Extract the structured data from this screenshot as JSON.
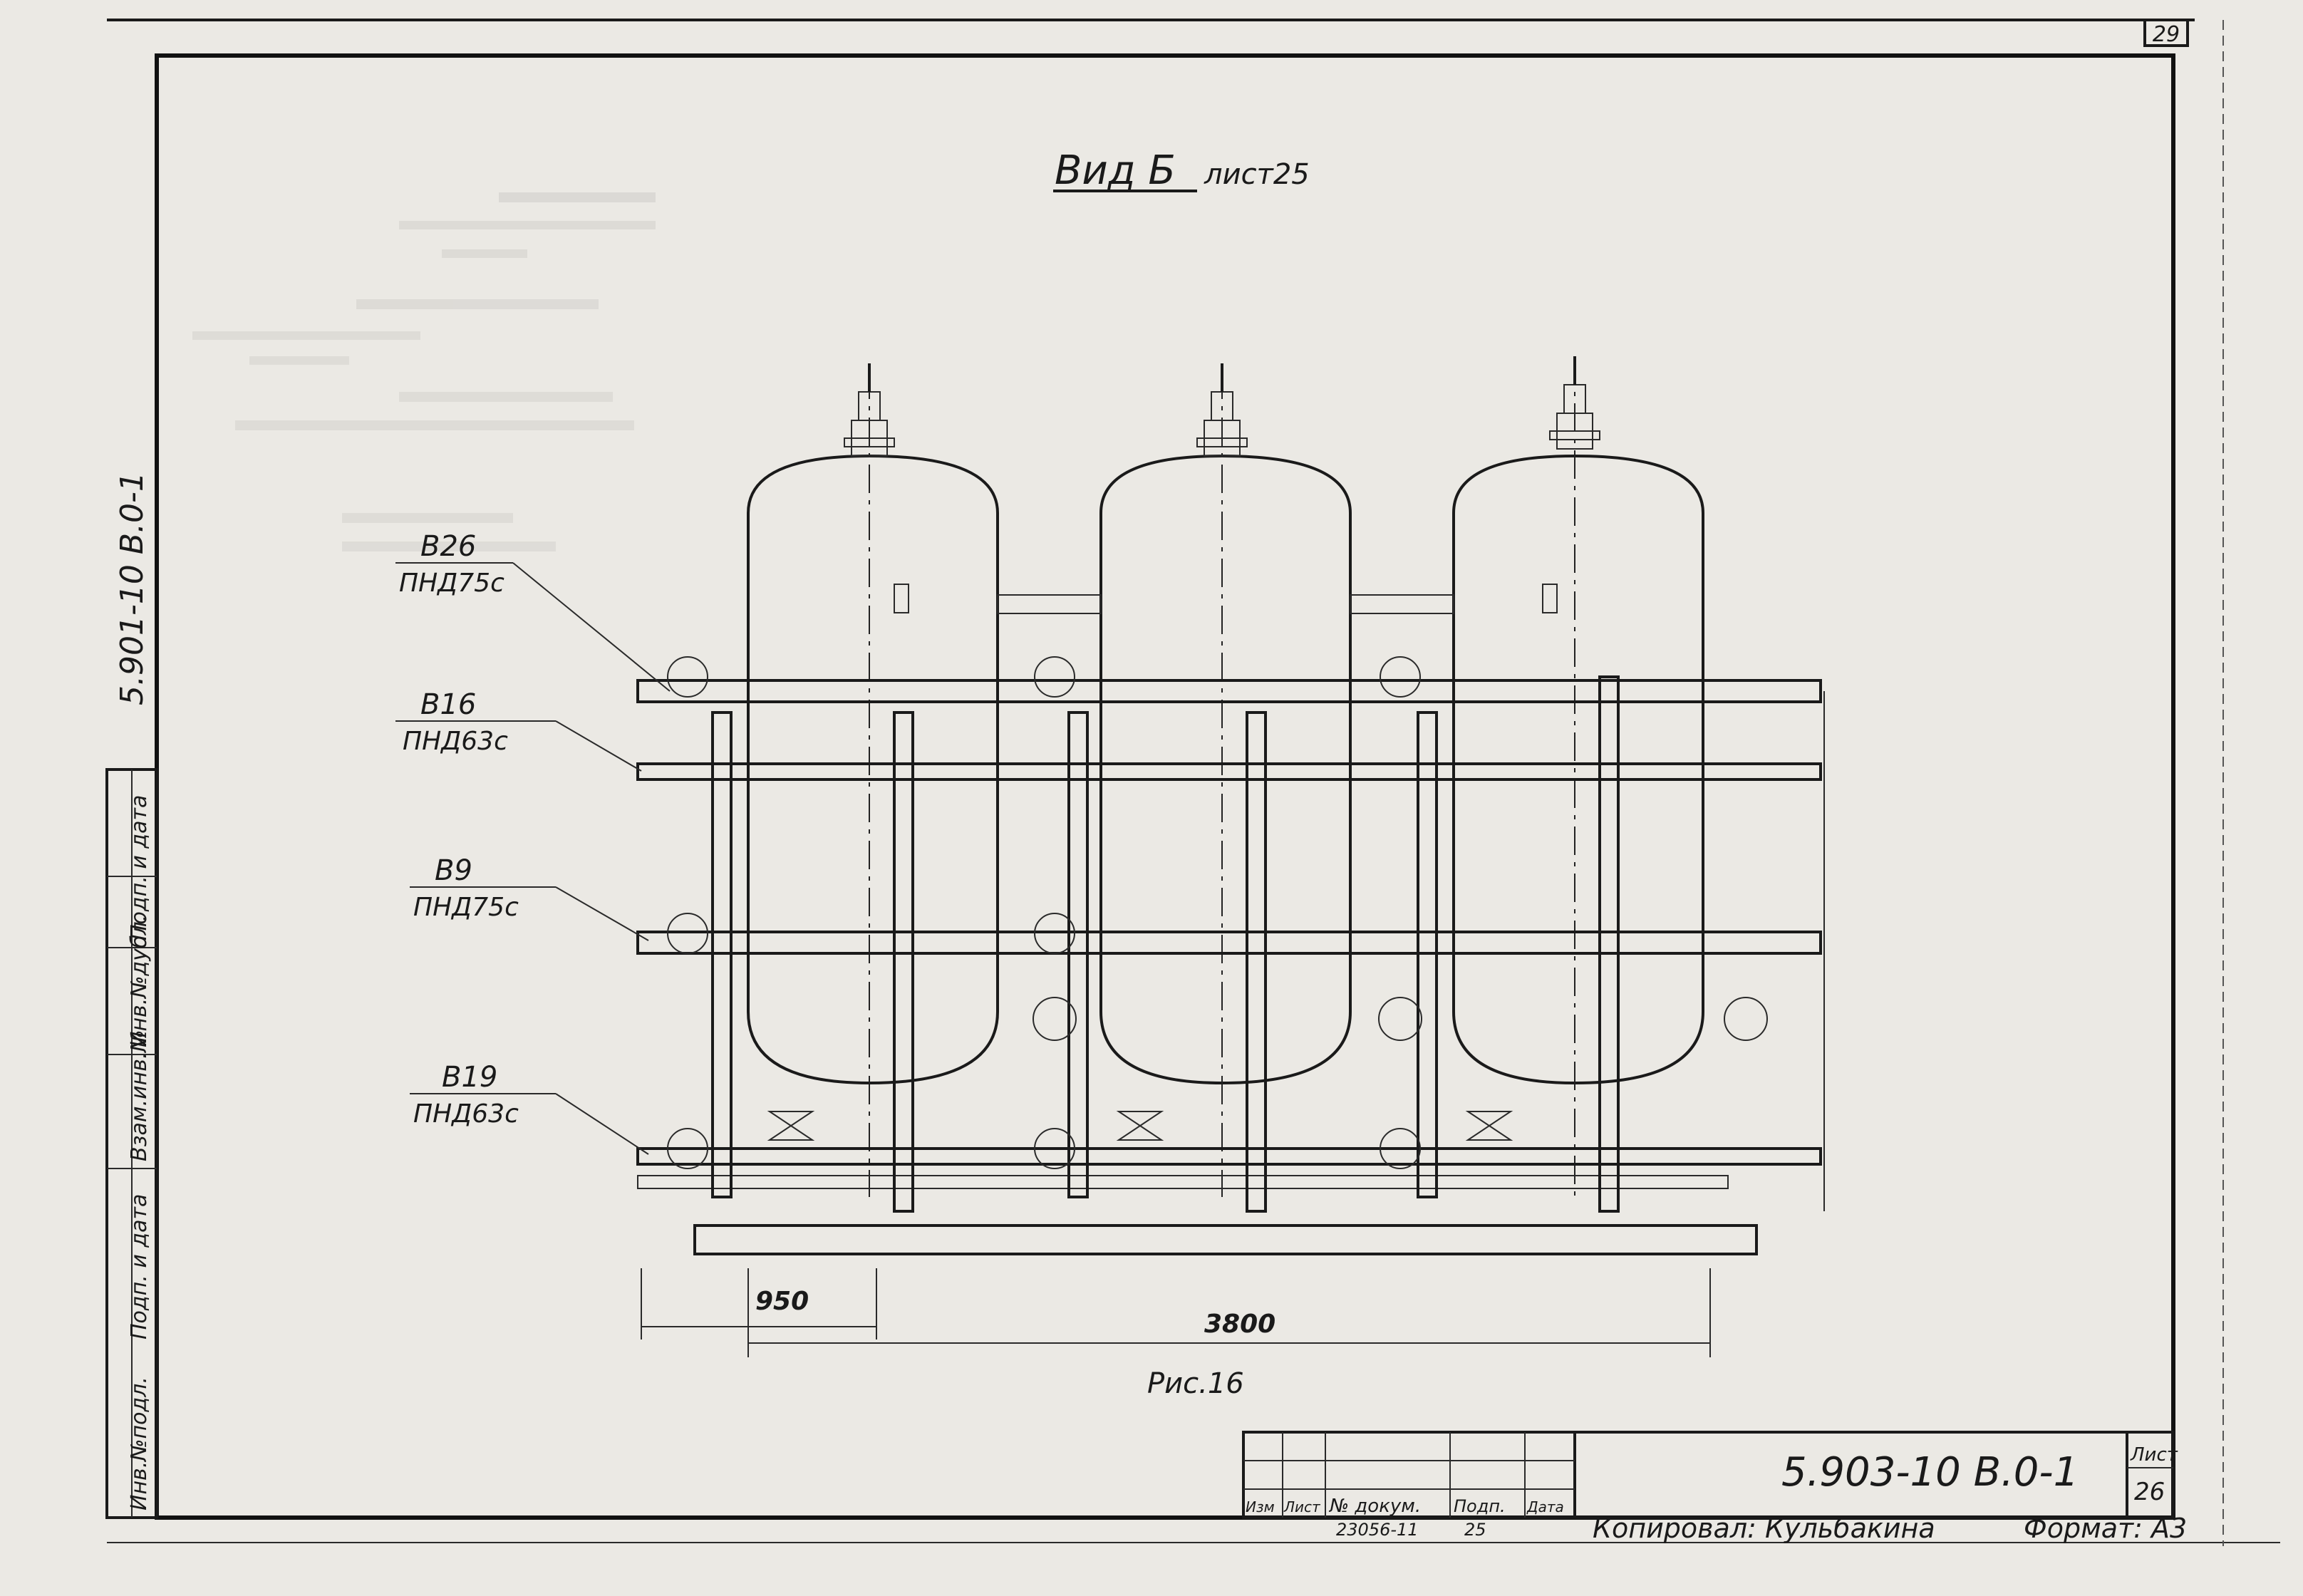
{
  "sheet_corner_number": "29",
  "view_title": "Вид Б",
  "view_ref": "лист25",
  "pipe_labels": [
    {
      "code": "В26",
      "spec": "ПНД75с"
    },
    {
      "code": "В16",
      "spec": "ПНД63с"
    },
    {
      "code": "В9",
      "spec": "ПНД75с"
    },
    {
      "code": "В19",
      "spec": "ПНД63с"
    }
  ],
  "dimensions": {
    "left": "950",
    "overall": "3800"
  },
  "figure_caption": "Рис.16",
  "left_stamp": {
    "doc_code": "5.901-10   В.0-1",
    "fields": [
      "Инв.№подл.",
      "Подп. и дата",
      "Взам.инв.№",
      "Инв.№дубл.",
      "Подп. и дата"
    ]
  },
  "title_block": {
    "designation": "5.903-10  В.0-1",
    "sheet_label": "Лист",
    "sheet_number": "26",
    "columns": [
      "Изм",
      "Лист",
      "№ докум.",
      "Подп.",
      "Дата"
    ],
    "doc_number": "23056-11",
    "doc_sheet": "25",
    "copied_by": "Копировал: Кульбакина",
    "format": "Формат: А3"
  }
}
